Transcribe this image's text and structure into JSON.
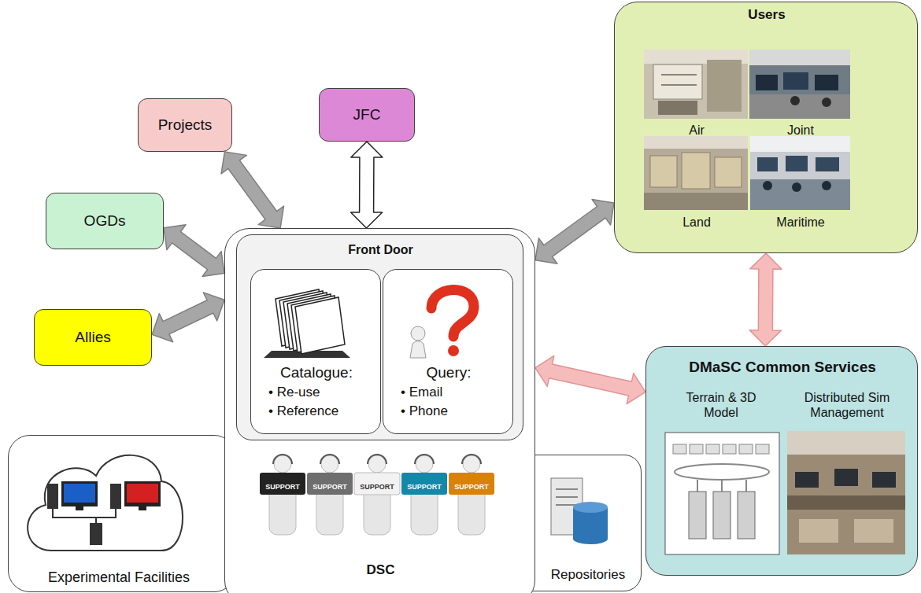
{
  "diagram": {
    "nodes": [
      {
        "text": [
          "Projects"
        ]
      },
      {
        "text": [
          "JFC"
        ]
      },
      {
        "text": [
          "Users",
          "Air",
          "Joint",
          "Land",
          "Maritime"
        ]
      },
      {
        "text": [
          "OGDs"
        ]
      },
      {
        "text": [
          "Allies"
        ]
      },
      {
        "text": [
          "Experimental Facilities"
        ]
      },
      {
        "text": [
          "Repositories"
        ]
      },
      {
        "text": [
          "DSC"
        ]
      },
      {
        "text": [
          "Front Door"
        ],
        "in": 7
      },
      {
        "text": [
          "Catalogue:",
          "• Re-use",
          "• Reference"
        ],
        "in": 8
      },
      {
        "text": [
          "Query:",
          "• Email",
          "• Phone"
        ],
        "in": 8
      },
      {
        "text": [
          "DMaSC Common Services",
          "Terrain & 3D Model",
          "Distributed Sim Management"
        ]
      }
    ],
    "edges": [
      {
        "from": 0,
        "to": 7,
        "arrow": "both"
      },
      {
        "from": 1,
        "to": 7,
        "arrow": "both"
      },
      {
        "from": 3,
        "to": 7,
        "arrow": "both"
      },
      {
        "from": 4,
        "to": 7,
        "arrow": "both"
      },
      {
        "from": 7,
        "to": 2,
        "arrow": "both"
      },
      {
        "from": 7,
        "to": 11,
        "arrow": "both"
      },
      {
        "from": 2,
        "to": 11,
        "arrow": "both"
      }
    ],
    "labels": [
      "SUPPORT",
      "SUPPORT",
      "SUPPORT",
      "SUPPORT",
      "SUPPORT"
    ]
  }
}
